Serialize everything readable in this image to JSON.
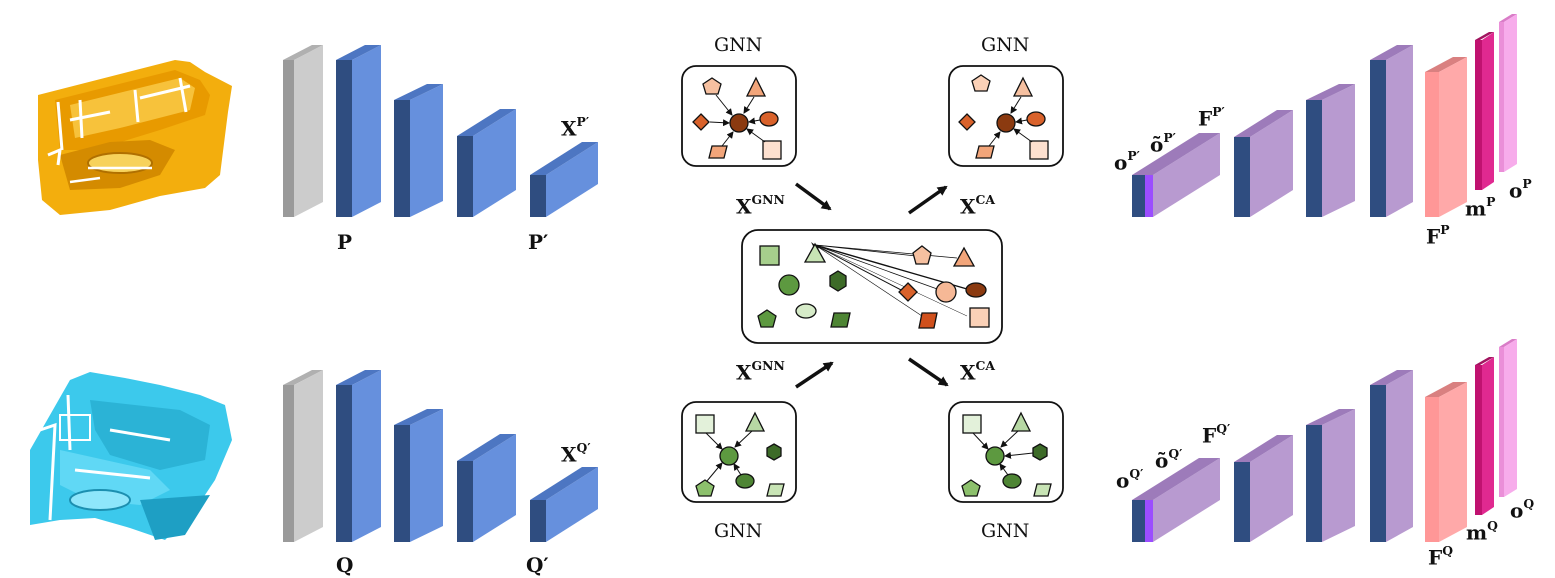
{
  "figure": {
    "inputs": {
      "source_scan": "orange-3d-point-cloud-scene",
      "target_scan": "cyan-3d-point-cloud-scene"
    },
    "encoder_labels": {
      "p": "P",
      "p_prime": "P′",
      "q": "Q",
      "q_prime": "Q′",
      "x_p_base": "X",
      "x_p_sup": "P′",
      "x_q_base": "X",
      "x_q_sup": "Q′"
    },
    "attention": {
      "gnn_top_left": "GNN",
      "gnn_top_right": "GNN",
      "gnn_bottom_left": "GNN",
      "gnn_bottom_right": "GNN",
      "x_gnn_top_base": "X",
      "x_gnn_top_sup": "GNN",
      "x_gnn_bottom_base": "X",
      "x_gnn_bottom_sup": "GNN",
      "x_ca_top_base": "X",
      "x_ca_top_sup": "CA",
      "x_ca_bottom_base": "X",
      "x_ca_bottom_sup": "CA"
    },
    "decoder_labels": {
      "o_p_base": "o",
      "o_p_sup": "P′",
      "otilde_p_base": "õ",
      "otilde_p_sup": "P′",
      "f_pprime_base": "F",
      "f_pprime_sup": "P′",
      "f_p_base": "F",
      "f_p_sup": "P",
      "m_p_base": "m",
      "m_p_sup": "P",
      "o_p_final_base": "o",
      "o_p_final_sup": "P",
      "o_q_base": "o",
      "o_q_sup": "Q′",
      "otilde_q_base": "õ",
      "otilde_q_sup": "Q′",
      "f_qprime_base": "F",
      "f_qprime_sup": "Q′",
      "f_q_base": "F",
      "f_q_sup": "Q",
      "m_q_base": "m",
      "m_q_sup": "Q",
      "o_q_final_base": "o",
      "o_q_final_sup": "Q"
    },
    "colors": {
      "input_block": "#c8c8c8",
      "encoder_block": "#6690dd",
      "encoder_dark": "#2f4d80",
      "decoder_block": "#b89ad0",
      "decoder_bright": "#9b4dff",
      "feature_pink": "#ffa0a0",
      "mask_magenta": "#dd2288",
      "overlap_pink": "#f5a0e0",
      "source_scan": "#f3ae0d",
      "target_scan": "#3cc9ec",
      "node_orange_dark": "#8b3a10",
      "node_orange": "#d9622b",
      "node_orange_light": "#f6c0a0",
      "node_green_dark": "#3d6b28",
      "node_green": "#5d9940",
      "node_green_light": "#d6ebc8"
    }
  }
}
